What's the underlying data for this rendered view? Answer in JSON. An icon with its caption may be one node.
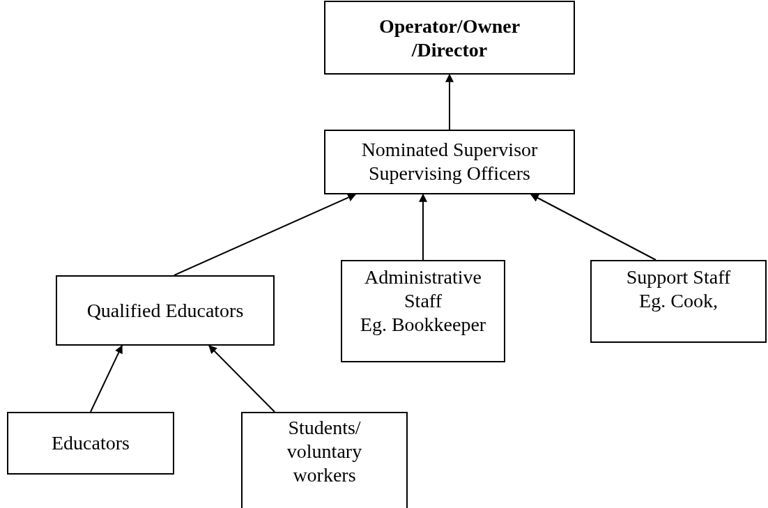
{
  "diagram": {
    "nodes": [
      {
        "text": [
          "Operator/Owner /Director"
        ]
      },
      {
        "text": [
          "Nominated Supervisor Supervising Officers"
        ]
      },
      {
        "text": [
          "Qualified Educators"
        ]
      },
      {
        "text": [
          "Administrative Staff",
          "Eg. Bookkeeper"
        ]
      },
      {
        "text": [
          "Support Staff",
          "Eg. Cook,"
        ]
      },
      {
        "text": [
          "Educators"
        ]
      },
      {
        "text": [
          "Students/ voluntary workers"
        ]
      }
    ],
    "edges": [
      {
        "from": 1,
        "to": 0,
        "arrow": "to"
      },
      {
        "from": 2,
        "to": 1,
        "arrow": "to"
      },
      {
        "from": 3,
        "to": 1,
        "arrow": "to"
      },
      {
        "from": 4,
        "to": 1,
        "arrow": "to"
      },
      {
        "from": 5,
        "to": 2,
        "arrow": "to"
      },
      {
        "from": 6,
        "to": 2,
        "arrow": "to"
      }
    ]
  }
}
